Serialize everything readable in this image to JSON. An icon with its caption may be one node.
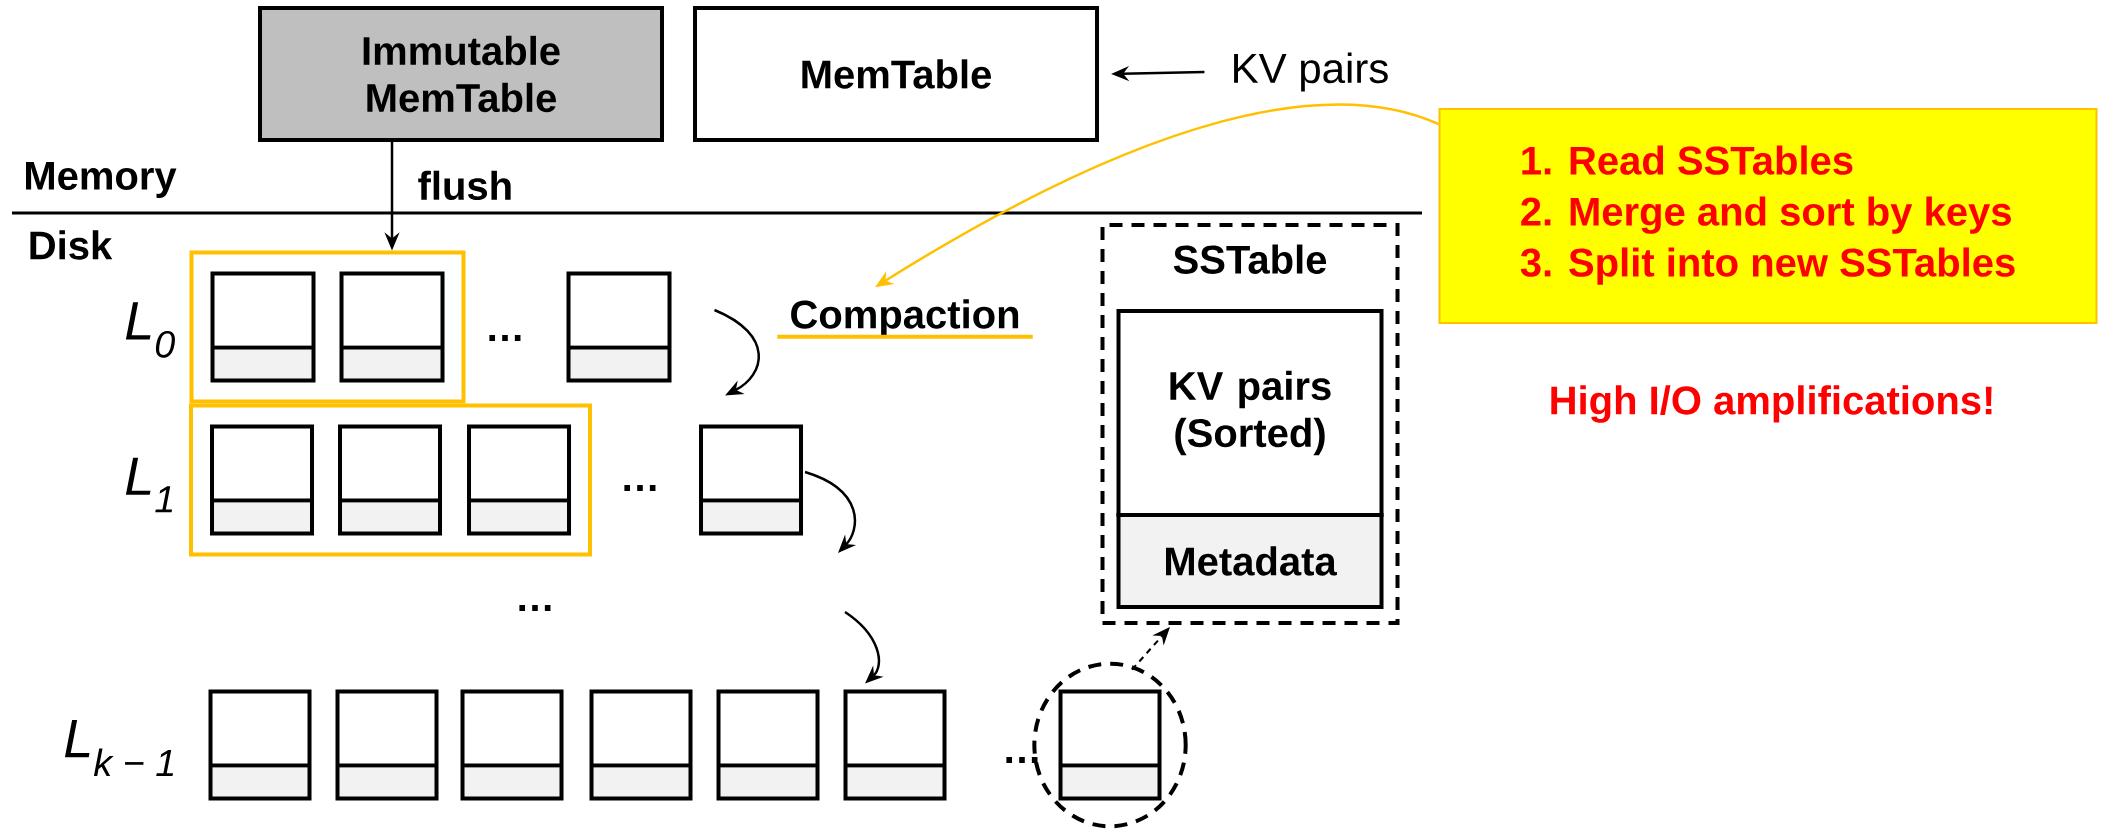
{
  "diagram": {
    "nodes": [
      {
        "text": [
          "Immutable MemTable"
        ]
      },
      {
        "text": [
          "MemTable"
        ]
      },
      {
        "text": [
          "KV pairs"
        ]
      },
      {
        "text": [
          "Compaction"
        ]
      },
      {
        "text": [
          "1. Read SSTables",
          "2. Merge and sort by keys",
          "3. Split into new SSTables"
        ]
      },
      {
        "text": [],
        "shape": "box"
      },
      {
        "text": [],
        "shape": "box",
        "in": 5
      },
      {
        "text": [],
        "shape": "box",
        "in": 5
      },
      {
        "text": [],
        "shape": "box"
      },
      {
        "text": [],
        "shape": "box"
      },
      {
        "text": [],
        "shape": "box",
        "in": 9
      },
      {
        "text": [],
        "shape": "box",
        "in": 9
      },
      {
        "text": [],
        "shape": "box",
        "in": 9
      },
      {
        "text": [],
        "shape": "box"
      },
      {
        "text": [
          "SSTable"
        ]
      },
      {
        "text": [
          "KV pairs (Sorted)"
        ],
        "in": 14
      },
      {
        "text": [
          "Metadata"
        ],
        "in": 14
      },
      {
        "text": [],
        "shape": "box"
      },
      {
        "text": [],
        "shape": "box"
      },
      {
        "text": [],
        "shape": "box"
      },
      {
        "text": [],
        "shape": "box"
      },
      {
        "text": [],
        "shape": "box"
      },
      {
        "text": [],
        "shape": "box"
      },
      {
        "text": [],
        "shape": "circle"
      },
      {
        "text": [],
        "shape": "box",
        "in": 23
      }
    ],
    "edges": [
      {
        "from": 2,
        "to": 1,
        "arrow": "to"
      },
      {
        "from": 0,
        "to": 5,
        "arrow": "to",
        "label": "flush"
      },
      {
        "from": 4,
        "to": 3,
        "arrow": "to",
        "color": "#ffc000"
      },
      {
        "from": 8,
        "to": 13,
        "arrow": "to"
      },
      {
        "from": 13,
        "to": null,
        "arrow": "to"
      },
      {
        "from": null,
        "to": 22,
        "arrow": "to"
      },
      {
        "from": 23,
        "to": 14,
        "arrow": "to",
        "style": "dashed"
      }
    ],
    "labels": [
      "Memory",
      "Disk",
      "L$_{0}$",
      "…",
      "L$_{1}$",
      "…",
      "High I/O amplifications!",
      "…",
      "L$_{k − 1}$",
      "…"
    ]
  }
}
